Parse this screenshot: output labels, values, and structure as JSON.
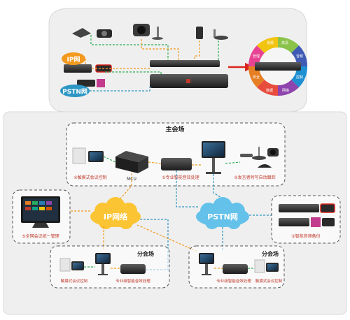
{
  "top_panel": {
    "ip_label": "IP网",
    "pstn_label": "PSTN网"
  },
  "ring_labels": [
    "高清",
    "音频",
    "控制",
    "网络",
    "数据",
    "安全",
    "管理",
    "视频"
  ],
  "main_venue": {
    "title": "主会场",
    "captions": {
      "touch_control": "④触摸式会议控制",
      "mcu": "MCU",
      "audio_processing": "①专业智能音效处理",
      "speaker_tracking": "②发言者特写自动跟踪"
    }
  },
  "networks": {
    "ip": "IP网络",
    "pstn": "PSTN网"
  },
  "side_captions": {
    "global_management": "⑤全网会议统一管理",
    "smart_backup": "③智能音频备份"
  },
  "branch_left": {
    "title": "分会场",
    "caption_touch": "触摸式会议控制",
    "caption_audio": "专业级智能音效处理"
  },
  "branch_right": {
    "title": "分会场",
    "caption_audio": "专业级智能音效处理",
    "caption_touch": "触摸式会议控制"
  },
  "colors": {
    "accent_orange": "#f39a1e",
    "network_green": "#2fae55",
    "network_blue": "#2c97c4",
    "arrow_red": "#d9261c",
    "ip_cloud": "#fbc433",
    "pstn_cloud": "#64c1ea",
    "panel_gray": "#f0f0f0"
  }
}
